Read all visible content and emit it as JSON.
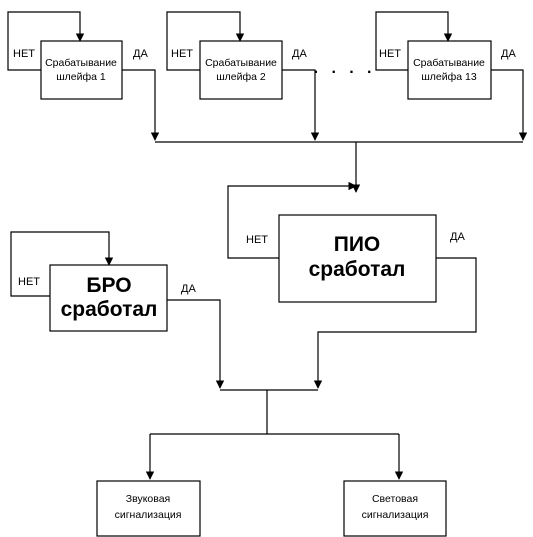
{
  "loops": [
    {
      "line1": "Срабатывание",
      "line2": "шлейфа 1",
      "no": "НЕТ",
      "yes": "ДА"
    },
    {
      "line1": "Срабатывание",
      "line2": "шлейфа 2",
      "no": "НЕТ",
      "yes": "ДА"
    },
    {
      "line1": "Срабатывание",
      "line2": "шлейфа 13",
      "no": "НЕТ",
      "yes": "ДА"
    }
  ],
  "ellipsis": "· · · ·",
  "pio": {
    "line1": "ПИО",
    "line2": "сработал",
    "no": "НЕТ",
    "yes": "ДА"
  },
  "bro": {
    "line1": "БРО",
    "line2": "сработал",
    "no": "НЕТ",
    "yes": "ДА"
  },
  "sound": {
    "line1": "Звуковая",
    "line2": "сигнализация"
  },
  "light": {
    "line1": "Световая",
    "line2": "сигнализация"
  }
}
